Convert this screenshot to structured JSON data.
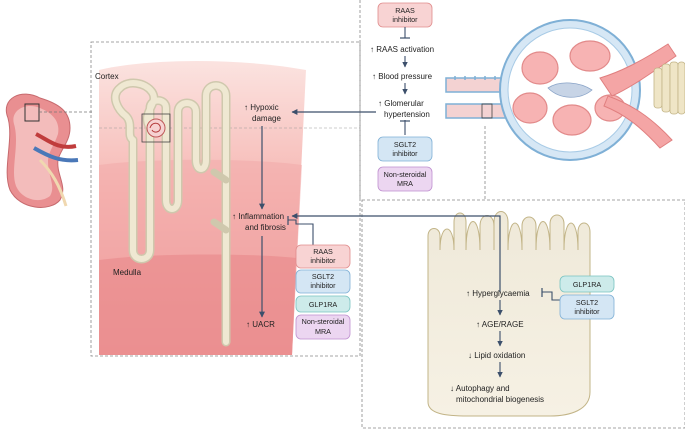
{
  "regions": {
    "cortex": "Cortex",
    "medulla": "Medulla"
  },
  "labels": {
    "hypoxic": [
      "↑ Hypoxic",
      "damage"
    ],
    "inflammation": [
      "↑ Inflammation",
      "and fibrosis"
    ],
    "uacr": "↑ UACR",
    "raas_activation": "↑ RAAS activation",
    "blood_pressure": "↑ Blood pressure",
    "glomerular": [
      "↑ Glomerular",
      "hypertension"
    ],
    "hyperglycaemia": "↑ Hyperglycaemia",
    "age_rage": "↑ AGE/RAGE",
    "lipid": "↓ Lipid oxidation",
    "autophagy": [
      "↓ Autophagy and",
      "mitochondrial biogenesis"
    ]
  },
  "drugs": {
    "top_raas": [
      "RAAS",
      "inhibitor"
    ],
    "top_sglt2": [
      "SGLT2",
      "inhibitor"
    ],
    "top_mra": [
      "Non-steroidal",
      "MRA"
    ],
    "mid_raas": [
      "RAAS",
      "inhibitor"
    ],
    "mid_sglt2": [
      "SGLT2",
      "inhibitor"
    ],
    "mid_glp1": [
      "GLP1RA"
    ],
    "mid_mra": [
      "Non-steroidal",
      "MRA"
    ],
    "right_glp1": [
      "GLP1RA"
    ],
    "right_sglt2": [
      "SGLT2",
      "inhibitor"
    ]
  },
  "colors": {
    "raas_fill": "#f8d3d3",
    "raas_stroke": "#e08c8c",
    "sglt2_fill": "#d4e6f4",
    "sglt2_stroke": "#7fb0d6",
    "glp1_fill": "#cdebea",
    "glp1_stroke": "#78c3c0",
    "mra_fill": "#ecd6f1",
    "mra_stroke": "#bf8fcf",
    "arrow": "#3c4f6b"
  }
}
